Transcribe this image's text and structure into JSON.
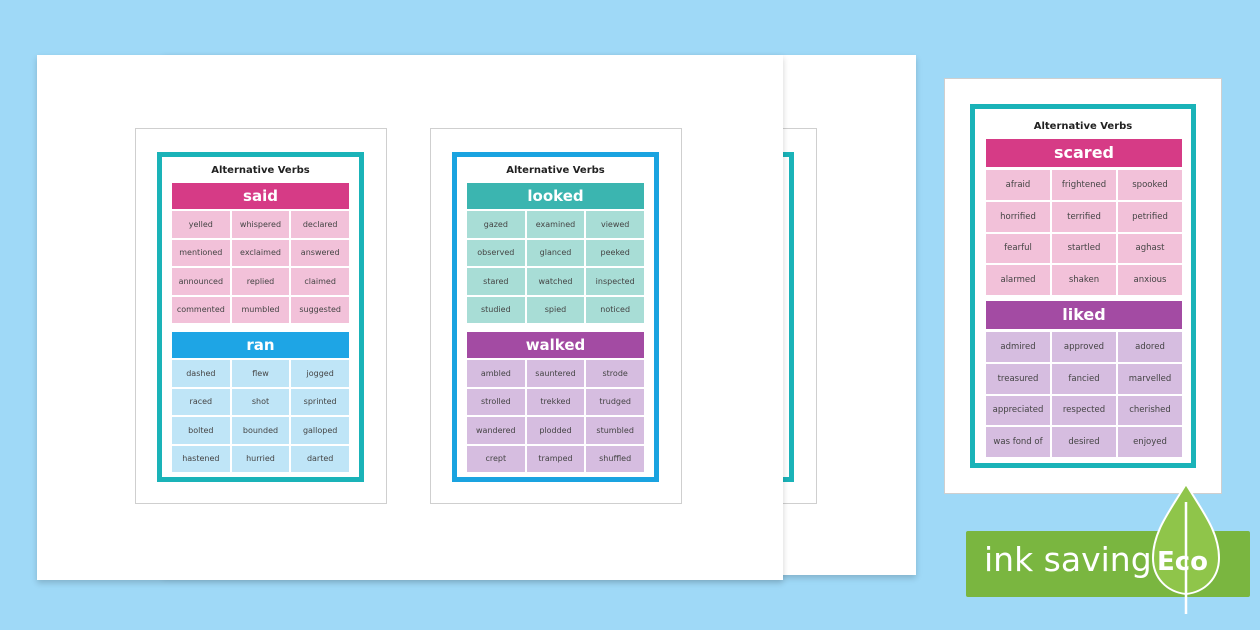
{
  "theme": {
    "background": "#9fd9f7",
    "colors": {
      "teal_border": "#1ab3b8",
      "blue_border": "#1aa3e0",
      "pink_head": "#d63b86",
      "pink_cell": "#f2c1d9",
      "blue_head": "#1ea5e5",
      "blue_cell": "#bfe5f7",
      "teal_head": "#3bb5b0",
      "teal_cell": "#a8ddd6",
      "purple_head": "#a34ba3",
      "purple_cell": "#d6bde0",
      "eco_green": "#7ab640"
    }
  },
  "cards": [
    {
      "title": "Alternative Verbs",
      "sections": [
        {
          "heading": "said",
          "color": "pink",
          "words": [
            "yelled",
            "whispered",
            "declared",
            "mentioned",
            "exclaimed",
            "answered",
            "announced",
            "replied",
            "claimed",
            "commented",
            "mumbled",
            "suggested"
          ]
        },
        {
          "heading": "ran",
          "color": "blue",
          "words": [
            "dashed",
            "flew",
            "jogged",
            "raced",
            "shot",
            "sprinted",
            "bolted",
            "bounded",
            "galloped",
            "hastened",
            "hurried",
            "darted"
          ]
        }
      ]
    },
    {
      "title": "Alternative Verbs",
      "sections": [
        {
          "heading": "looked",
          "color": "teal",
          "words": [
            "gazed",
            "examined",
            "viewed",
            "observed",
            "glanced",
            "peeked",
            "stared",
            "watched",
            "inspected",
            "studied",
            "spied",
            "noticed"
          ]
        },
        {
          "heading": "walked",
          "color": "purple",
          "words": [
            "ambled",
            "sauntered",
            "strode",
            "strolled",
            "trekked",
            "trudged",
            "wandered",
            "plodded",
            "stumbled",
            "crept",
            "tramped",
            "shuffled"
          ]
        }
      ]
    },
    {
      "title": "Alternative Verbs",
      "sections": [
        {
          "heading": "scared",
          "color": "pink",
          "words": [
            "afraid",
            "frightened",
            "spooked",
            "horrified",
            "terrified",
            "petrified",
            "fearful",
            "startled",
            "aghast",
            "alarmed",
            "shaken",
            "anxious"
          ]
        },
        {
          "heading": "liked",
          "color": "purple",
          "words": [
            "admired",
            "approved",
            "adored",
            "treasured",
            "fancied",
            "marvelled",
            "appreciated",
            "respected",
            "cherished",
            "was fond of",
            "desired",
            "enjoyed"
          ]
        }
      ]
    }
  ],
  "eco_badge": {
    "label": "ink saving",
    "word": "Eco",
    "icon": "leaf-icon"
  }
}
